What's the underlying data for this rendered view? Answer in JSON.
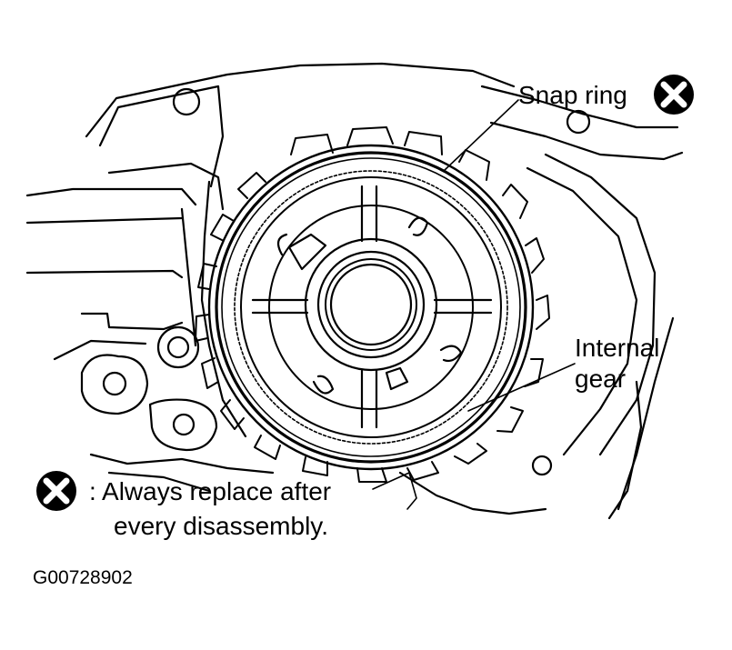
{
  "labels": {
    "snap_ring": "Snap ring",
    "internal_gear_line1": "Internal",
    "internal_gear_line2": "gear",
    "legend_line1": ": Always replace after",
    "legend_line2": "every disassembly.",
    "figure_id": "G00728902"
  },
  "icons": {
    "replace_marker": "x-circle-icon"
  },
  "colors": {
    "ink": "#000000",
    "paper": "#ffffff"
  }
}
